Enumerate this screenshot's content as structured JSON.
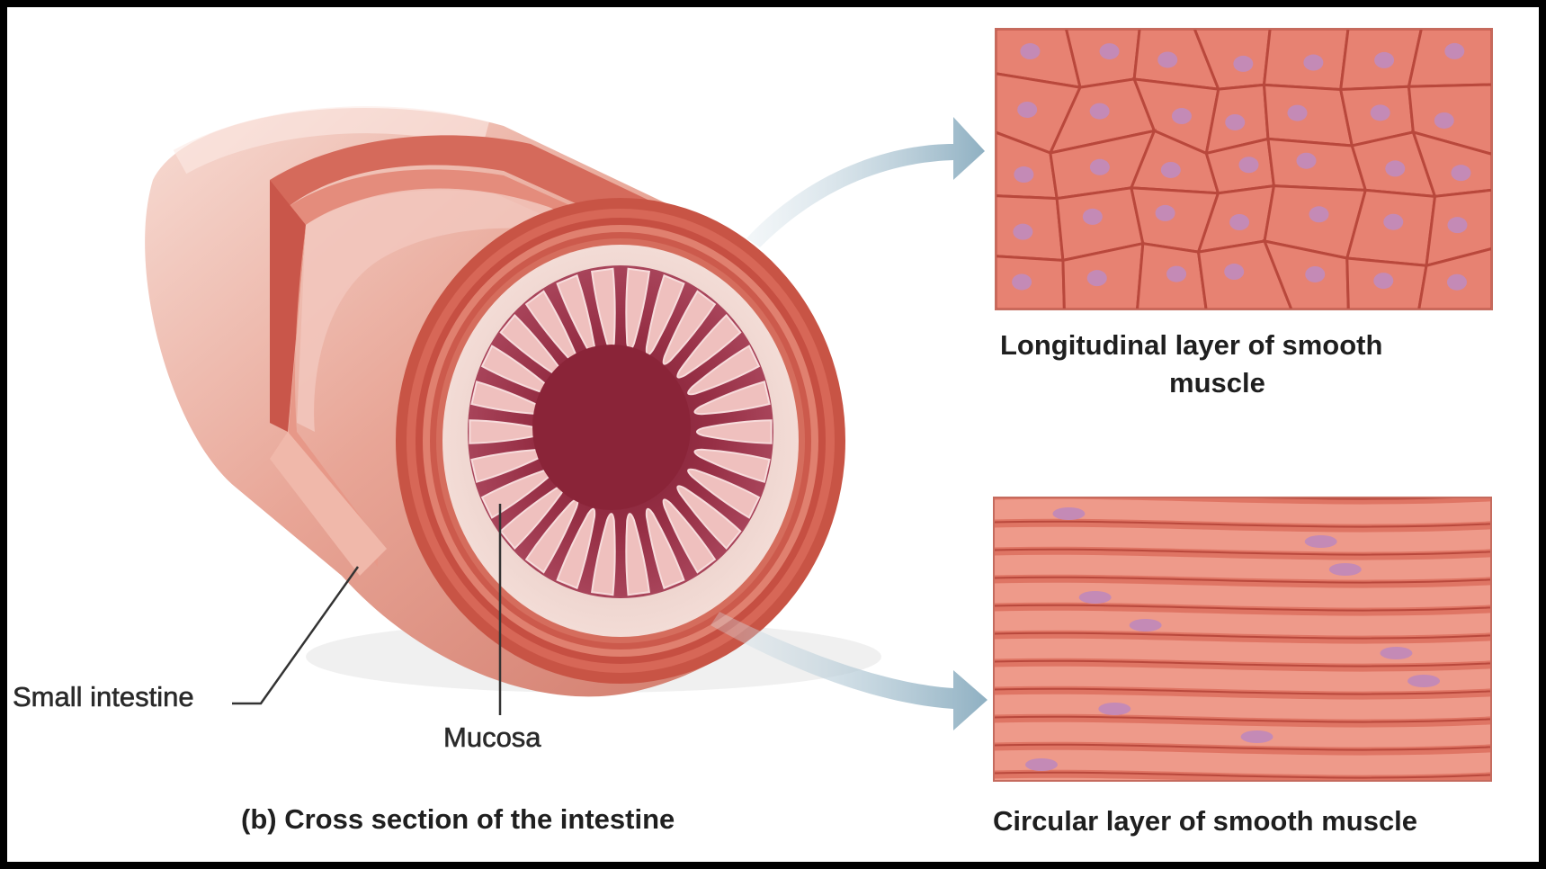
{
  "labels": {
    "small_intestine": "Small intestine",
    "mucosa": "Mucosa",
    "cross_section": "(b) Cross section of the intestine",
    "longitudinal_line1": "Longitudinal layer of smooth",
    "longitudinal_line2": "muscle",
    "circular": "Circular layer of smooth muscle"
  },
  "colors": {
    "frame": "#000000",
    "tube_outer": "#e9a99a",
    "muscle_red": "#cf5a4c",
    "mucosa_dark": "#8e2a3e",
    "villi_light": "#f1c6c3",
    "cell_fill": "#e78272",
    "cell_border": "#b9483c",
    "nucleus": "#c48ab6",
    "arrow": "#9fb7c4"
  }
}
